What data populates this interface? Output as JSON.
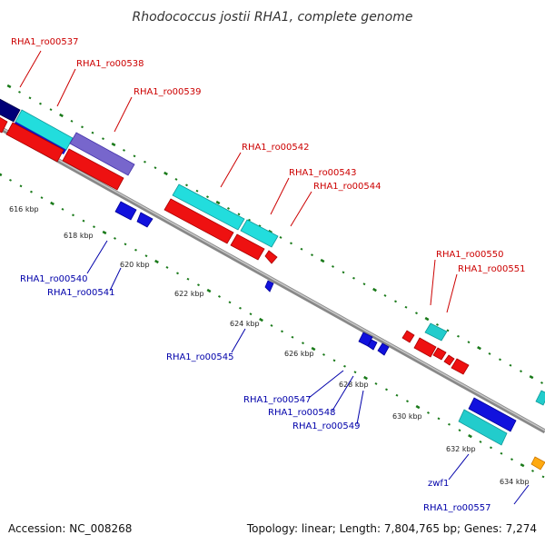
{
  "title": "Rhodococcus jostii RHA1, complete genome",
  "footer": {
    "accession": "Accession: NC_008268",
    "topology": "Topology: linear; Length: 7,804,765 bp; Genes: 7,274"
  },
  "colors": {
    "backbone": "#9a9a9a",
    "tick": "#1a7a1a",
    "red_label": "#cc0000",
    "blue_label": "#0000aa",
    "gene_red": "#ee1111",
    "gene_cyan": "#22cccc",
    "gene_blue": "#1111dd",
    "gene_purple": "#7766cc",
    "gene_navy": "#000077",
    "gene_orange": "#ffaa11"
  },
  "kbp_labels": [
    "616 kbp",
    "618 kbp",
    "620 kbp",
    "622 kbp",
    "624 kbp",
    "626 kbp",
    "628 kbp",
    "630 kbp",
    "632 kbp",
    "634 kbp"
  ],
  "forward_genes": [
    "RHA1_ro00537",
    "RHA1_ro00538",
    "RHA1_ro00539",
    "RHA1_ro00542",
    "RHA1_ro00543",
    "RHA1_ro00544",
    "RHA1_ro00550",
    "RHA1_ro00551"
  ],
  "reverse_genes": [
    "RHA1_ro00540",
    "RHA1_ro00541",
    "RHA1_ro00545",
    "RHA1_ro00547",
    "RHA1_ro00548",
    "RHA1_ro00549",
    "zwf1",
    "RHA1_ro00557"
  ]
}
